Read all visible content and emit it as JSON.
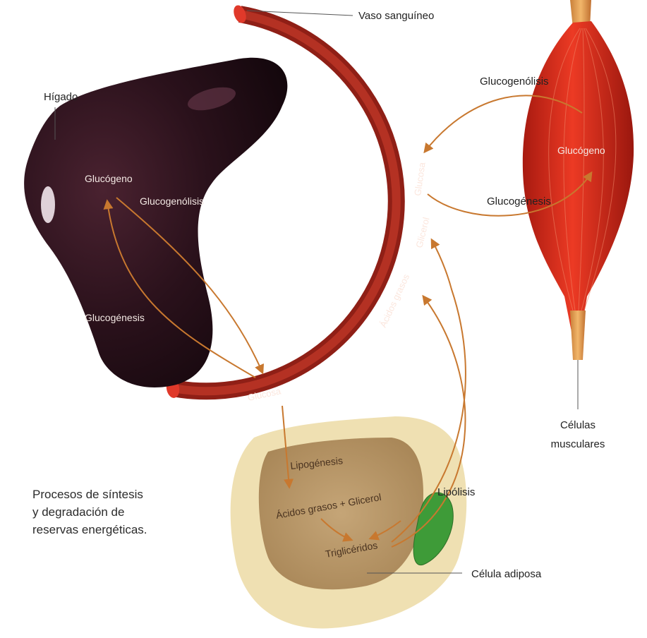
{
  "labels": {
    "vaso": "Vaso sanguíneo",
    "higado": "Hígado",
    "celulas_musculares": [
      "Células",
      "musculares"
    ],
    "celula_adiposa": "Célula adiposa",
    "liver_glucogeno": "Glucógeno",
    "liver_glucogenolisis": "Glucogenólisis",
    "liver_glucogenesis": "Glucogénesis",
    "vessel_glucosa_bottom": "Glucosa",
    "vessel_glucosa_side": "Glucosa",
    "vessel_glicerol": "Glicerol",
    "vessel_acidos": "Ácidos grasos",
    "muscle_glucogenolisis": "Glucogenólisis",
    "muscle_glucogeno": "Glucógeno",
    "muscle_glucogenesis": "Glucogénesis",
    "lipogenesis": "Lipogénesis",
    "acidos_glicerol": "Ácidos grasos + Glicerol",
    "trigliceridos": "Triglicéridos",
    "lipolisis": "Lipólisis"
  },
  "caption": [
    "Procesos de síntesis",
    "y degradación de",
    "reservas energéticas."
  ],
  "colors": {
    "arrow": "#c8782f",
    "vessel": "#a6271c",
    "liver": "#241018",
    "muscle": "#d3281a",
    "fat_outer": "#f0e2b4",
    "fat_inner": "#b99868",
    "nucleus": "#3e9b38"
  }
}
